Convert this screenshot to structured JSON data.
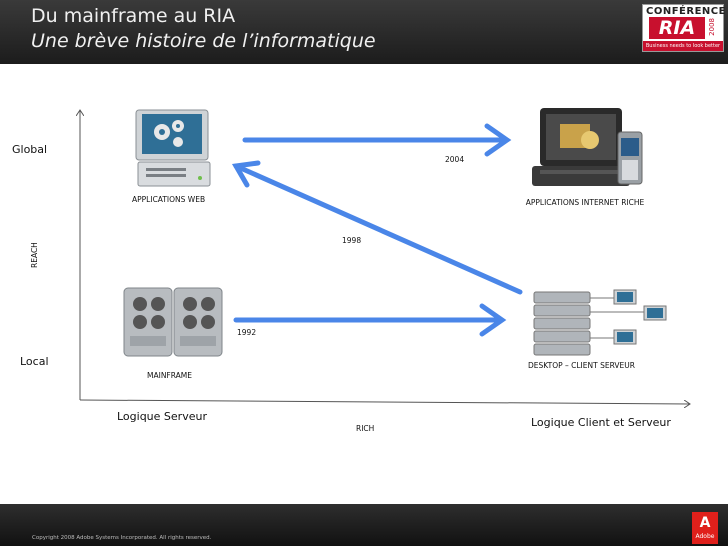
{
  "header": {
    "title": "Du mainframe au RIA",
    "subtitle": "Une brève histoire de l’informatique"
  },
  "logo": {
    "conference": "CONFÉRENCE",
    "ria": "RIA",
    "year": "2008",
    "tagline": "Business needs to look better"
  },
  "diagram": {
    "y_axis": {
      "label": "REACH",
      "top": "Global",
      "bottom": "Local"
    },
    "x_axis": {
      "label": "RICH",
      "left": "Logique Serveur",
      "right": "Logique Client et Serveur"
    },
    "nodes": {
      "web": "APPLICATIONS WEB",
      "ria": "APPLICATIONS INTERNET RICHE",
      "mainframe": "MAINFRAME",
      "desktop": "DESKTOP – CLIENT SERVEUR"
    },
    "years": {
      "y1992": "1992",
      "y1998": "1998",
      "y2004": "2004"
    },
    "colors": {
      "arrow": "#4a86e8",
      "axis": "#555555"
    }
  },
  "footer": {
    "copyright": "Copyright 2008 Adobe Systems Incorporated.  All rights reserved.",
    "adobe_mark": "A",
    "adobe_word": "Adobe"
  }
}
